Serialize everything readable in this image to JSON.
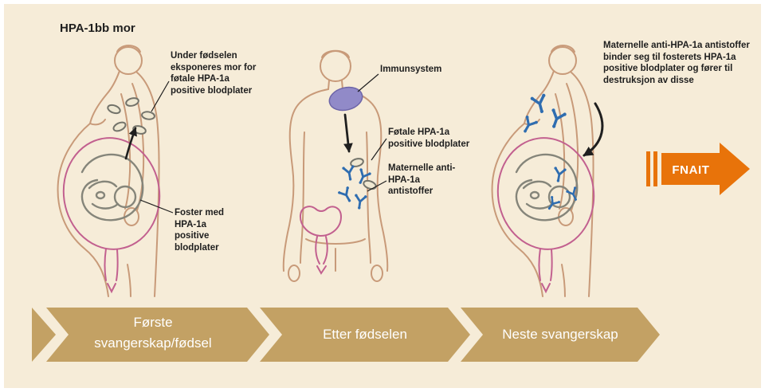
{
  "title": "HPA-1bb mor",
  "panel_first_pregnancy": {
    "exposure_label": "Under fødselen eksponeres mor for føtale HPA-1a positive blodplater",
    "fetus_label": "Foster med HPA-1a positive blodplater"
  },
  "panel_after_birth": {
    "immune_label": "Immunsystem",
    "platelets_label": "Føtale HPA-1a positive blodplater",
    "antibodies_label": "Maternelle anti-HPA-1a antistoffer"
  },
  "panel_next_pregnancy": {
    "destruction_label": "Maternelle anti-HPA-1a antistoffer binder seg til fosterets HPA-1a positive blodplater og fører til destruksjon av disse"
  },
  "outcome": {
    "label": "FNAIT"
  },
  "timeline": {
    "stages": [
      {
        "label": "Første svangerskap/fødsel"
      },
      {
        "label": "Etter fødselen"
      },
      {
        "label": "Neste svangerskap"
      }
    ]
  },
  "icons": {
    "antibody": "antibody-y-icon",
    "platelet": "platelet-oval-icon",
    "immune_organ": "immune-organ-icon",
    "fnait_arrow": "fnait-arrow-icon",
    "timeline_arrow": "timeline-chevron-icon"
  },
  "colors": {
    "background": "#f6ecd8",
    "fnait_orange": "#e8730a",
    "timeline_tan": "#c3a164",
    "antibody_blue": "#2f6db0",
    "immune_purple": "#918ac8",
    "body_outline": "#c89a79",
    "uterus_pink": "#c2608f",
    "platelet_gray": "#73736a",
    "text": "#1e1e1e"
  }
}
